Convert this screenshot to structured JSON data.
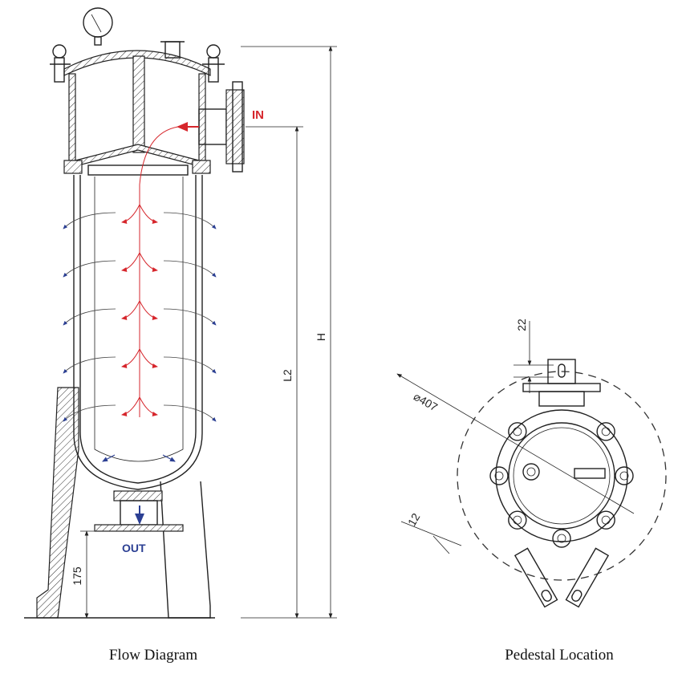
{
  "labels": {
    "inlet": "IN",
    "outlet": "OUT",
    "height": "H",
    "inlet_height": "L2",
    "outlet_height": "175",
    "top_offset": "22",
    "leg_width": "12",
    "pedestal_diameter": "⌀407"
  },
  "captions": {
    "left": "Flow Diagram",
    "right": "Pedestal Location"
  },
  "colors": {
    "inflow": "#d6262c",
    "outflow": "#2b3f93",
    "line": "#222222"
  }
}
